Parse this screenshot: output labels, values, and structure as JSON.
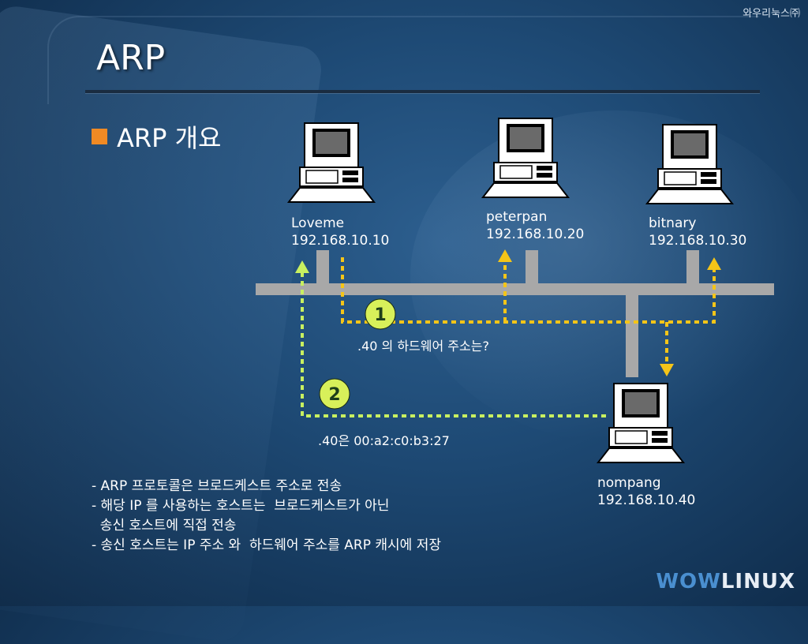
{
  "corner": "와우리눅스㈜",
  "title": "ARP",
  "heading": "ARP 개요",
  "hosts": [
    {
      "name": "Loveme",
      "ip": "192.168.10.10"
    },
    {
      "name": "peterpan",
      "ip": "192.168.10.20"
    },
    {
      "name": "bitnary",
      "ip": "192.168.10.30"
    },
    {
      "name": "nompang",
      "ip": "192.168.10.40"
    }
  ],
  "steps": [
    {
      "number": "1",
      "caption": ".40 의 하드웨어 주소는?"
    },
    {
      "number": "2",
      "caption": ".40은 00:a2:c0:b3:27"
    }
  ],
  "notes": [
    "- ARP 프로토콜은 브로드케스트 주소로 전송",
    "- 해당 IP 를 사용하는 호스트는  브로드케스트가 아닌",
    "  송신 호스트에 직접 전송",
    "- 송신 호스트는 IP 주소 와  하드웨어 주소를 ARP 캐시에 저장"
  ],
  "logo": {
    "part1": "WOW",
    "part2": "LINUX"
  },
  "colors": {
    "bullet": "#f08a24",
    "request_line": "#f5c518",
    "reply_line": "#c8f060",
    "bus": "#a8a8a8"
  }
}
